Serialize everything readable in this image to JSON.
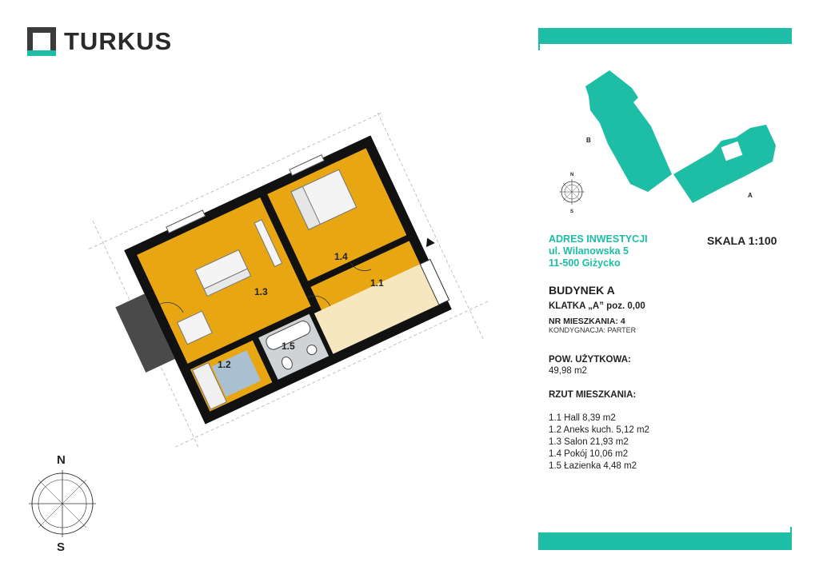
{
  "brand": {
    "name": "TURKUS",
    "accent": "#1dbda6",
    "mark_color": "#3b3b3b"
  },
  "site_plan": {
    "building_b_label": "B",
    "building_a_label": "A",
    "north": "N",
    "south": "S"
  },
  "investment": {
    "heading": "ADRES INWESTYCJI",
    "street": "ul. Wilanowska 5",
    "city": "11-500 Giżycko",
    "scale": "SKALA 1:100"
  },
  "building": "BUDYNEK A",
  "staircase": "KLATKA „A” poz. 0,00",
  "apartment_number": "NR MIESZKANIA: 4",
  "storey": "KONDYGNACJA: PARTER",
  "usable_area": {
    "label": "POW. UŻYTKOWA:",
    "value": "49,98 m2"
  },
  "plan": {
    "label": "RZUT MIESZKANIA:",
    "rooms": [
      "1.1 Hall 8,39 m2",
      "1.2 Aneks kuch. 5,12 m2",
      "1.3 Salon 21,93 m2",
      "1.4 Pokój 10,06 m2",
      "1.5 Łazienka 4,48  m2"
    ]
  },
  "floor_plan_labels": {
    "room_1_1": "1.1",
    "room_1_2": "1.2",
    "room_1_3": "1.3",
    "room_1_4": "1.4",
    "room_1_5": "1.5"
  },
  "compass": {
    "north": "N",
    "south": "S"
  },
  "colors": {
    "floor_yellow": "#e8a712",
    "kitchen_blue": "#a9c0d3",
    "bathroom_grey": "#cfd3d6",
    "hall_light": "#f7e7c0",
    "wall": "#111111",
    "balcony": "#4a4a4a"
  }
}
